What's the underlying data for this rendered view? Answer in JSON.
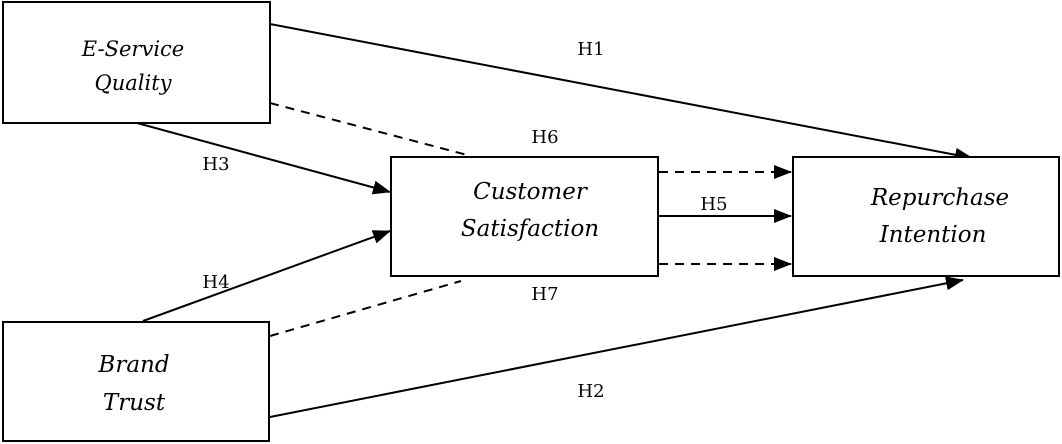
{
  "nodes": {
    "eservice": {
      "line1": "E-Service",
      "line2": "Quality"
    },
    "satisfaction": {
      "line1": "Customer",
      "line2": "Satisfaction"
    },
    "repurchase": {
      "line1": "Repurchase",
      "line2": "Intention"
    },
    "brand": {
      "line1": "Brand",
      "line2": "Trust"
    }
  },
  "hypotheses": {
    "h1": "H1",
    "h2": "H2",
    "h3": "H3",
    "h4": "H4",
    "h5": "H5",
    "h6": "H6",
    "h7": "H7"
  }
}
